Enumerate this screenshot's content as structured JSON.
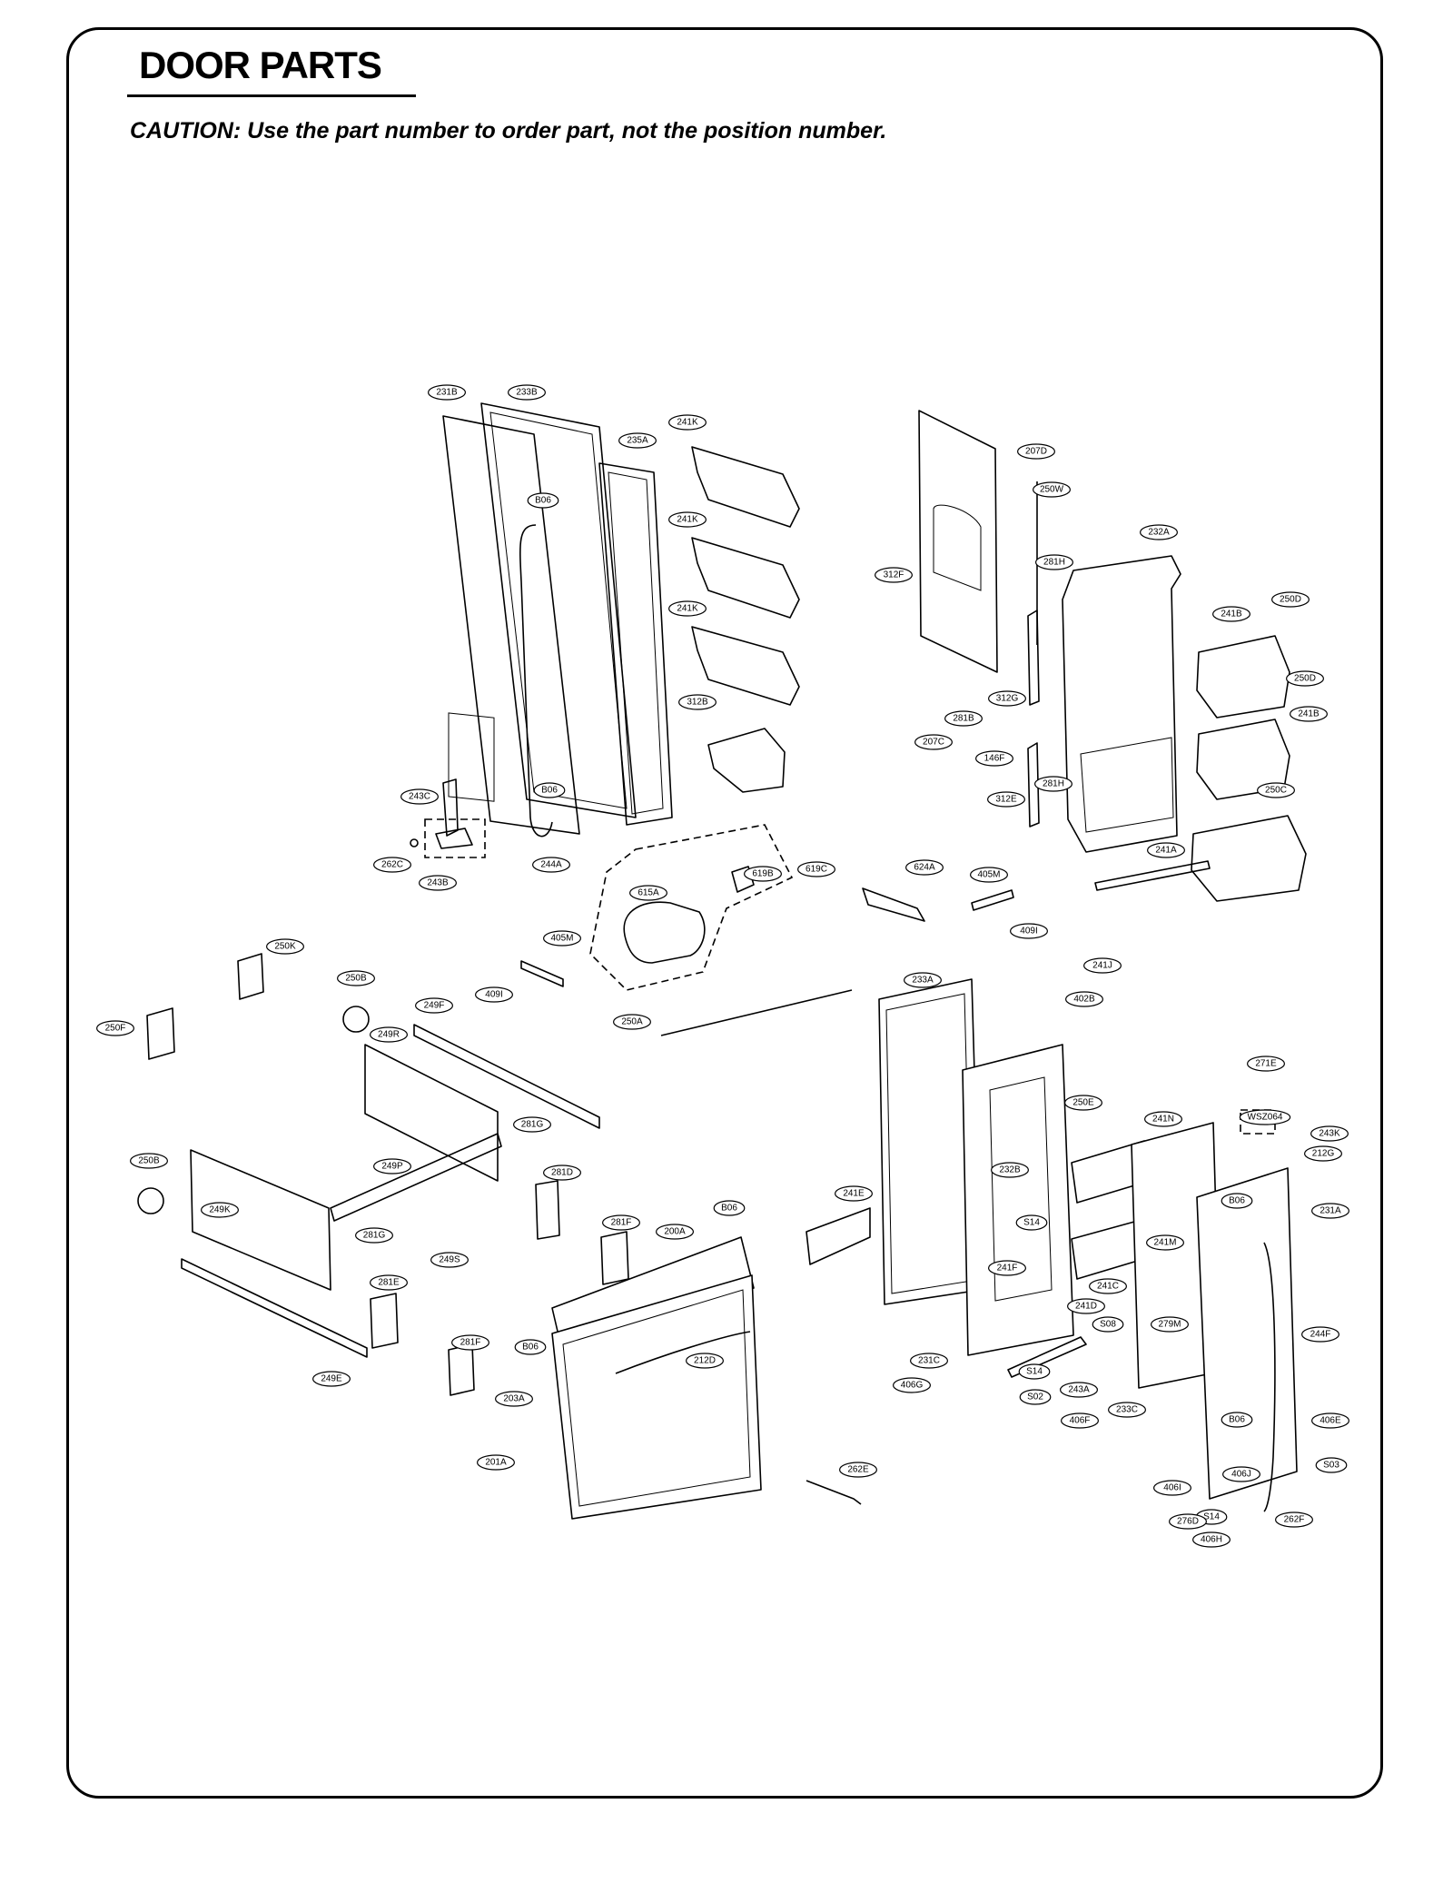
{
  "page": {
    "title": "DOOR PARTS",
    "caution": "CAUTION: Use the part number to order part, not the position number."
  },
  "diagram": {
    "callouts": [
      "231B",
      "233B",
      "235A",
      "241K",
      "241K",
      "241K",
      "B06",
      "312B",
      "243C",
      "B06",
      "262C",
      "243B",
      "244A",
      "619B",
      "619C",
      "615A",
      "624A",
      "405M",
      "409I",
      "405M",
      "409I",
      "250A",
      "207D",
      "250W",
      "281H",
      "232A",
      "312F",
      "241B",
      "250D",
      "250D",
      "241B",
      "281B",
      "312G",
      "207C",
      "146F",
      "281H",
      "312E",
      "250C",
      "241A",
      "250K",
      "250B",
      "249F",
      "250F",
      "249R",
      "281G",
      "281D",
      "250B",
      "249P",
      "249K",
      "281F",
      "281G",
      "249S",
      "281E",
      "281F",
      "249E",
      "B06",
      "200A",
      "B06",
      "212D",
      "203A",
      "201A",
      "262E",
      "241J",
      "402B",
      "233A",
      "271E",
      "WSZ064",
      "250E",
      "241N",
      "243K",
      "212G",
      "232B",
      "241E",
      "B06",
      "231A",
      "S14",
      "241M",
      "241F",
      "241C",
      "241D",
      "S08",
      "279M",
      "231C",
      "244F",
      "406G",
      "S14",
      "243A",
      "S02",
      "406F",
      "233C",
      "B06",
      "406E",
      "S03",
      "406J",
      "406I",
      "S14",
      "276D",
      "262F",
      "406H"
    ]
  }
}
